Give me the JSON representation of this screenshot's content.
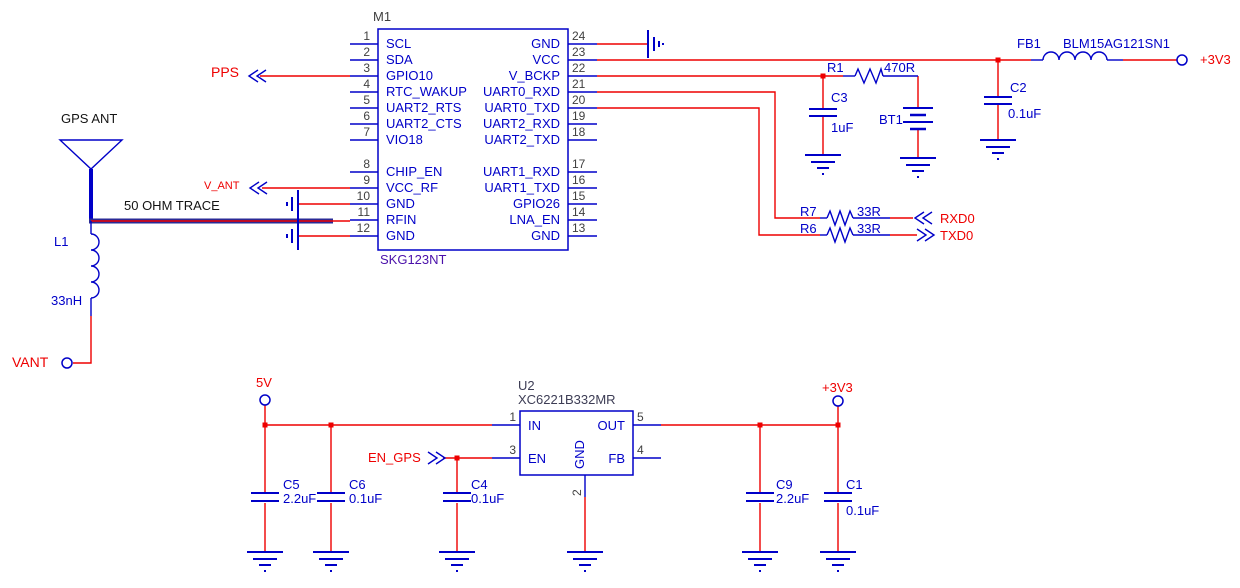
{
  "colors": {
    "wire_red": "#ee0000",
    "component_blue": "#0000c8",
    "net_label_red": "#ee0000",
    "designator_dark": "#404040",
    "part_purple": "#4a10aa",
    "trace_navy": "#2a2a96"
  },
  "m1": {
    "designator": "M1",
    "part_number": "SKG123NT",
    "left_pins": [
      {
        "num": "1",
        "name": "SCL"
      },
      {
        "num": "2",
        "name": "SDA"
      },
      {
        "num": "3",
        "name": "GPIO10"
      },
      {
        "num": "4",
        "name": "RTC_WAKUP"
      },
      {
        "num": "5",
        "name": "UART2_RTS"
      },
      {
        "num": "6",
        "name": "UART2_CTS"
      },
      {
        "num": "7",
        "name": "VIO18"
      },
      {
        "num": "8",
        "name": "CHIP_EN"
      },
      {
        "num": "9",
        "name": "VCC_RF"
      },
      {
        "num": "10",
        "name": "GND"
      },
      {
        "num": "11",
        "name": "RFIN"
      },
      {
        "num": "12",
        "name": "GND"
      }
    ],
    "right_pins": [
      {
        "num": "24",
        "name": "GND"
      },
      {
        "num": "23",
        "name": "VCC"
      },
      {
        "num": "22",
        "name": "V_BCKP"
      },
      {
        "num": "21",
        "name": "UART0_RXD"
      },
      {
        "num": "20",
        "name": "UART0_TXD"
      },
      {
        "num": "19",
        "name": "UART2_RXD"
      },
      {
        "num": "18",
        "name": "UART2_TXD"
      },
      {
        "num": "17",
        "name": "UART1_RXD"
      },
      {
        "num": "16",
        "name": "UART1_TXD"
      },
      {
        "num": "15",
        "name": "GPIO26"
      },
      {
        "num": "14",
        "name": "LNA_EN"
      },
      {
        "num": "13",
        "name": "GND"
      }
    ]
  },
  "u2": {
    "designator": "U2",
    "part_number": "XC6221B332MR",
    "pin_in": {
      "num": "1",
      "name": "IN"
    },
    "pin_en": {
      "num": "3",
      "name": "EN"
    },
    "pin_out": {
      "num": "5",
      "name": "OUT"
    },
    "pin_fb": {
      "num": "4",
      "name": "FB"
    },
    "pin_gnd": {
      "num": "2",
      "name": "GND"
    }
  },
  "components": {
    "r1": {
      "ref": "R1",
      "value": "470R"
    },
    "r7": {
      "ref": "R7",
      "value": "33R"
    },
    "r6": {
      "ref": "R6",
      "value": "33R"
    },
    "c1": {
      "ref": "C1",
      "value": "0.1uF"
    },
    "c2": {
      "ref": "C2",
      "value": "0.1uF"
    },
    "c3": {
      "ref": "C3",
      "value": "1uF"
    },
    "c4": {
      "ref": "C4",
      "value": "0.1uF"
    },
    "c5": {
      "ref": "C5",
      "value": "2.2uF"
    },
    "c6": {
      "ref": "C6",
      "value": "0.1uF"
    },
    "c9": {
      "ref": "C9",
      "value": "2.2uF"
    },
    "bt1": {
      "ref": "BT1"
    },
    "fb1": {
      "ref": "FB1",
      "value": "BLM15AG121SN1"
    },
    "l1": {
      "ref": "L1",
      "value": "33nH"
    }
  },
  "net_labels": {
    "pps": "PPS",
    "v_ant": "V_ANT",
    "vant": "VANT",
    "rxd0": "RXD0",
    "txd0": "TXD0",
    "v5": "5V",
    "en_gps": "EN_GPS",
    "p3v3_top": "+3V3",
    "p3v3_bottom": "+3V3"
  },
  "annotations": {
    "antenna": "GPS ANT",
    "trace": "50 OHM TRACE"
  }
}
